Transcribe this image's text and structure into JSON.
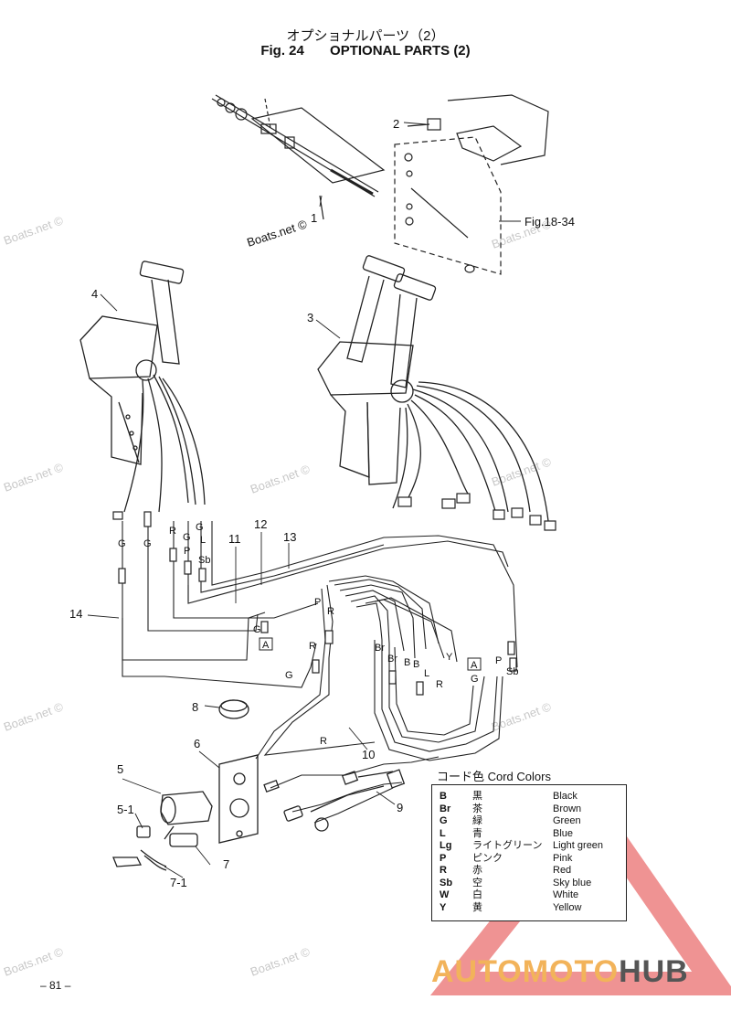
{
  "header": {
    "title_jp": "オプショナルパーツ（2）",
    "fig_number": "Fig. 24",
    "title_en": "OPTIONAL PARTS (2)"
  },
  "callouts": {
    "c1": "1",
    "c2": "2",
    "c3": "3",
    "c4": "4",
    "c5": "5",
    "c5_1": "5-1",
    "c6": "6",
    "c7": "7",
    "c7_1": "7-1",
    "c8": "8",
    "c9": "9",
    "c10": "10",
    "c11": "11",
    "c12": "12",
    "c13": "13",
    "c14": "14",
    "fig_ref": "Fig.18-34",
    "connector_a": "A"
  },
  "wire_codes": {
    "g": "G",
    "r": "R",
    "p": "P",
    "l": "L",
    "sb": "Sb",
    "br": "Br",
    "b": "B",
    "y": "Y"
  },
  "legend": {
    "heading": "コード色  Cord Colors",
    "rows": [
      {
        "code": "B",
        "jp": "黒",
        "en": "Black"
      },
      {
        "code": "Br",
        "jp": "茶",
        "en": "Brown"
      },
      {
        "code": "G",
        "jp": "緑",
        "en": "Green"
      },
      {
        "code": "L",
        "jp": "青",
        "en": "Blue"
      },
      {
        "code": "Lg",
        "jp": "ライトグリーン",
        "en": "Light green"
      },
      {
        "code": "P",
        "jp": "ピンク",
        "en": "Pink"
      },
      {
        "code": "R",
        "jp": "赤",
        "en": "Red"
      },
      {
        "code": "Sb",
        "jp": "空",
        "en": "Sky blue"
      },
      {
        "code": "W",
        "jp": "白",
        "en": "White"
      },
      {
        "code": "Y",
        "jp": "黄",
        "en": "Yellow"
      }
    ]
  },
  "watermark": "Boats.net ©",
  "page_number": "– 81 –",
  "logo": {
    "part1": "AUTOMOTO",
    "part2": "HUB",
    "color_accent": "#f2b35a",
    "color_triangle": "#e23b3b",
    "color_dark": "#555555"
  }
}
